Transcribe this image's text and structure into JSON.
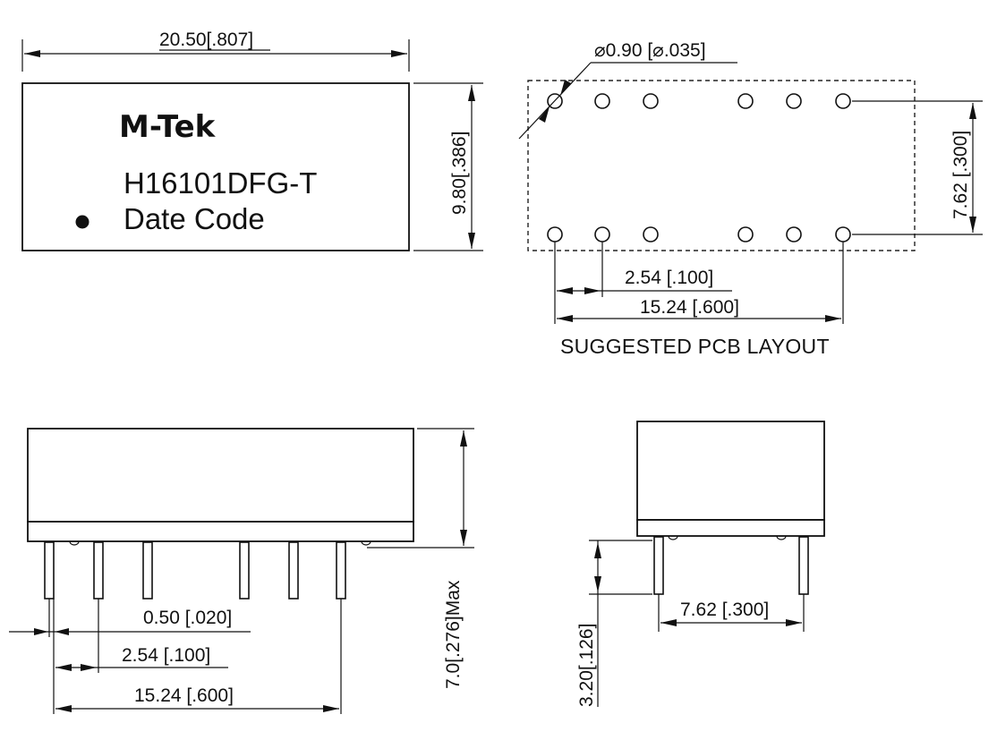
{
  "label": {
    "brand": "M-Tek",
    "part_number": "H16101DFG-T",
    "date_code": "Date Code"
  },
  "top_view": {
    "width": "20.50[.807]",
    "height": "9.80[.386]"
  },
  "pcb_layout": {
    "hole_diameter": "⌀0.90 [⌀.035]",
    "row_spacing": "7.62 [.300]",
    "pin_pitch": "2.54 [.100]",
    "pin_span": "15.24 [.600]",
    "caption": "SUGGESTED PCB LAYOUT"
  },
  "side_view": {
    "pin_width": "0.50 [.020]",
    "pin_pitch": "2.54 [.100]",
    "pin_span": "15.24 [.600]",
    "max_height": "7.0[.276]Max"
  },
  "end_view": {
    "row_spacing": "7.62 [.300]",
    "pin_length": "3.20[.126]"
  },
  "colors": {
    "line": "#111111",
    "background": "#ffffff"
  }
}
